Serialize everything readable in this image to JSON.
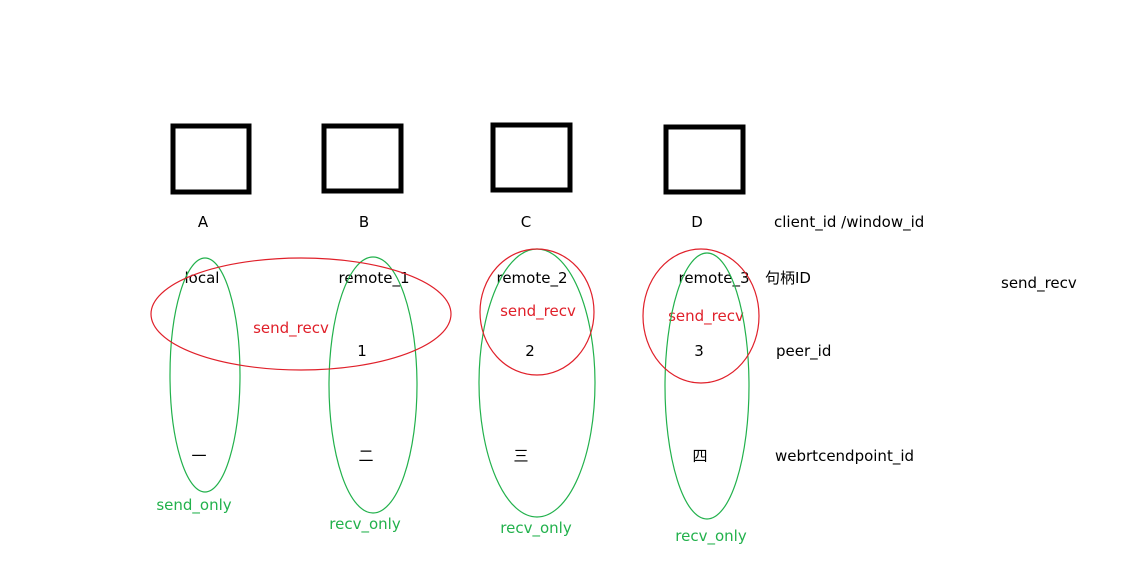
{
  "clients": [
    {
      "client_id": "A",
      "handle": "local",
      "peer_id": "",
      "endpoint_id": "一",
      "mode": "send_only"
    },
    {
      "client_id": "B",
      "handle": "remote_1",
      "peer_id": "1",
      "endpoint_id": "二",
      "mode": "recv_only"
    },
    {
      "client_id": "C",
      "handle": "remote_2",
      "peer_id": "2",
      "endpoint_id": "三",
      "mode": "recv_only"
    },
    {
      "client_id": "D",
      "handle": "remote_3",
      "peer_id": "3",
      "endpoint_id": "四",
      "mode": "recv_only"
    }
  ],
  "row_labels": {
    "client": "client_id /window_id",
    "handle": "句柄ID",
    "peer": "peer_id",
    "endpoint": "webrtcendpoint_id"
  },
  "connections": [
    {
      "label": "send_recv"
    },
    {
      "label": "send_recv"
    },
    {
      "label": "send_recv"
    }
  ],
  "legend": {
    "send_recv_note": "send_recv"
  },
  "colors": {
    "box": "#000000",
    "send_recv": "#e0202a",
    "direction": "#22b14c",
    "text": "#000000"
  }
}
